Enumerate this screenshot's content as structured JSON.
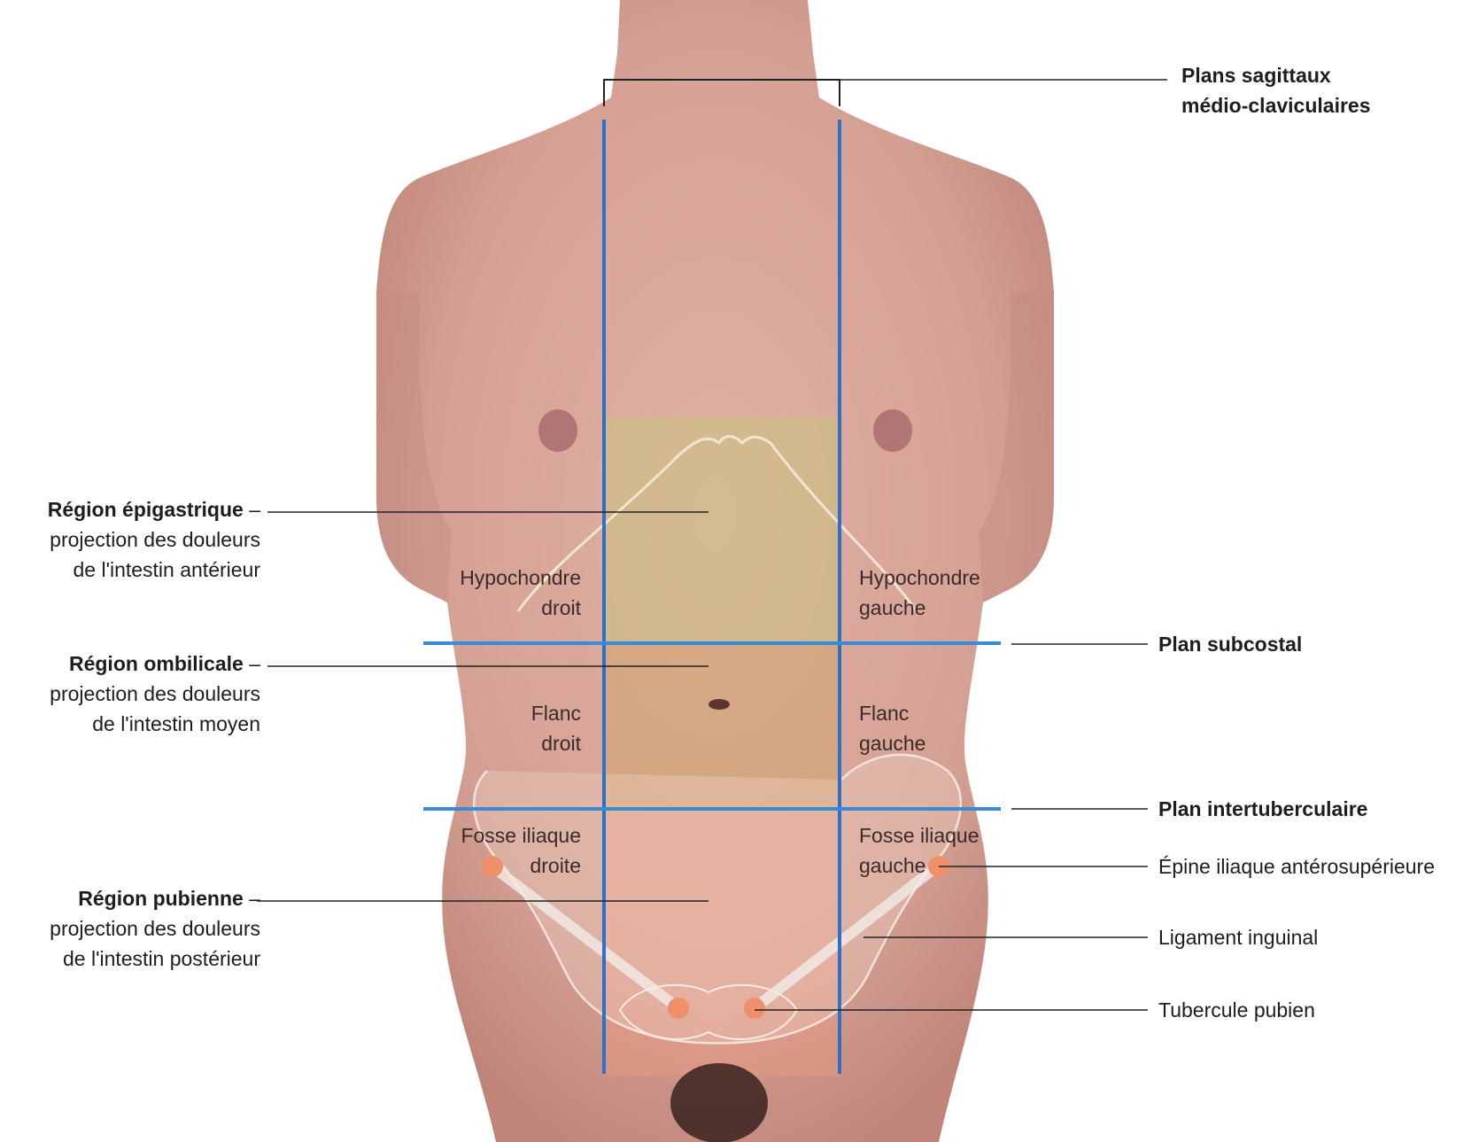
{
  "right_labels": {
    "sagittal_line1": "Plans sagittaux",
    "sagittal_line2": "médio-claviculaires",
    "subcostal": "Plan subcostal",
    "intertubercular": "Plan intertuberculaire",
    "asis": "Épine iliaque antérosupérieure",
    "inguinal": "Ligament inguinal",
    "pubic_tubercle": "Tubercule pubien"
  },
  "left_labels": {
    "epigastric": {
      "title": "Région épigastrique",
      "dash": " –",
      "line2": "projection des douleurs",
      "line3": "de l'intestin antérieur"
    },
    "umbilical": {
      "title": "Région ombilicale",
      "dash": " –",
      "line2": "projection des douleurs",
      "line3": "de l'intestin moyen"
    },
    "pubic": {
      "title": "Région pubienne",
      "dash": " –",
      "line2": "projection des douleurs",
      "line3": "de l'intestin postérieur"
    }
  },
  "regions": {
    "hypochondre_droit": [
      "Hypochondre",
      "droit"
    ],
    "hypochondre_gauche": [
      "Hypochondre",
      "gauche"
    ],
    "flanc_droit": [
      "Flanc",
      "droit"
    ],
    "flanc_gauche": [
      "Flanc",
      "gauche"
    ],
    "fosse_droite": [
      "Fosse iliaque",
      "droite"
    ],
    "fosse_gauche": [
      "Fosse iliaque",
      "gauche"
    ]
  },
  "colors": {
    "plane_line": "#2f6fc4",
    "plane_line_h": "#3a8ad6",
    "skin": "#d9a79a",
    "skin_dark": "#c48b80",
    "epigastric_tint": "#c9c27e",
    "umbilical_tint": "#d2a36a",
    "pubic_tint": "#e59a80",
    "landmark_dot": "#f0906a",
    "leader_line": "#222222"
  }
}
